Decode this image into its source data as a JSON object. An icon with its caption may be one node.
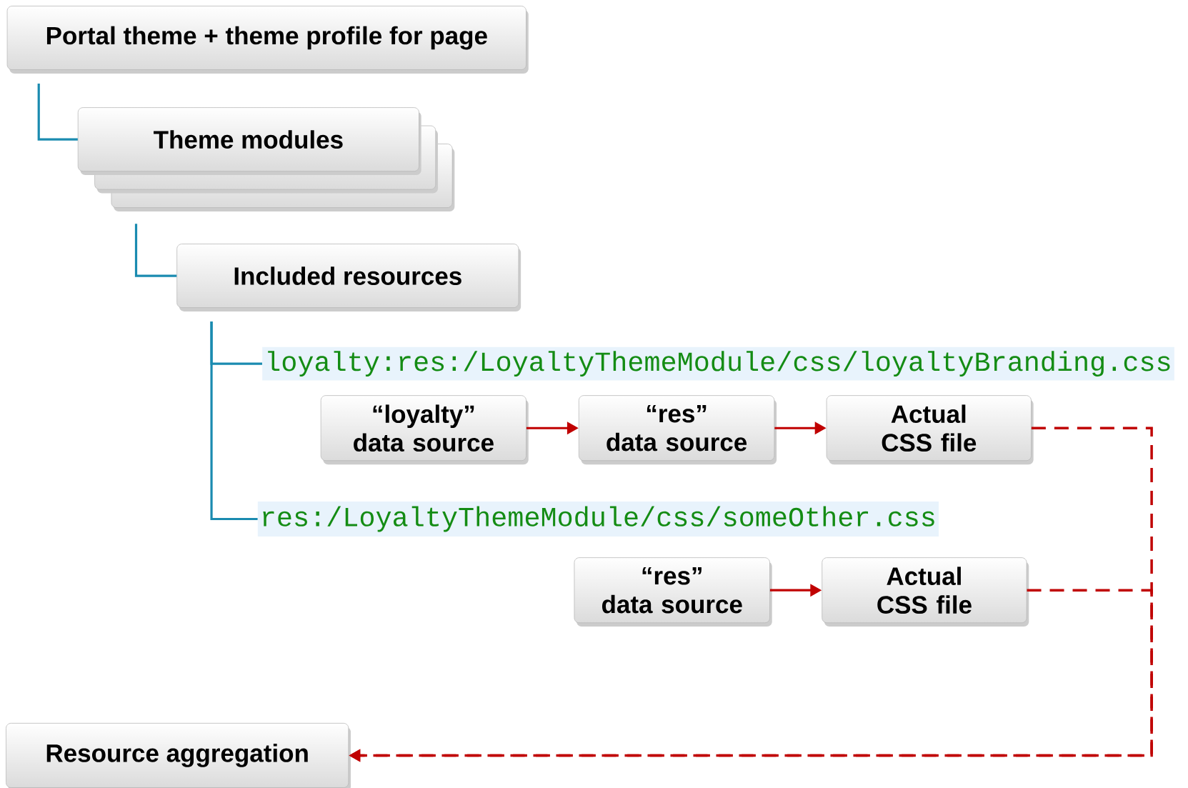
{
  "diagram": {
    "nodes": [
      {
        "text": [
          "Portal theme + theme profile for page"
        ]
      },
      {
        "text": [
          "Theme modules"
        ]
      },
      {
        "text": [
          "Included resources"
        ]
      },
      {
        "text": [
          "loyalty:res:/LoyaltyThemeModule/css/loyaltyBranding.css"
        ]
      },
      {
        "text": [
          "“loyalty” data source"
        ]
      },
      {
        "text": [
          "“res” data source"
        ]
      },
      {
        "text": [
          "Actual CSS file"
        ]
      },
      {
        "text": [
          "res:/LoyaltyThemeModule/css/someOther.css"
        ]
      },
      {
        "text": [
          "“res” data source"
        ]
      },
      {
        "text": [
          "Actual CSS file"
        ]
      },
      {
        "text": [
          "Resource aggregation"
        ]
      }
    ],
    "edges": [
      {
        "from": 0,
        "to": 1,
        "arrow": "none",
        "color": "#1a8bb0"
      },
      {
        "from": 1,
        "to": 2,
        "arrow": "none",
        "color": "#1a8bb0"
      },
      {
        "from": 2,
        "to": 3,
        "arrow": "none",
        "color": "#1a8bb0"
      },
      {
        "from": 2,
        "to": 7,
        "arrow": "none",
        "color": "#1a8bb0"
      },
      {
        "from": 4,
        "to": 5,
        "arrow": "to"
      },
      {
        "from": 5,
        "to": 6,
        "arrow": "to"
      },
      {
        "from": 8,
        "to": 9,
        "arrow": "to"
      },
      {
        "from": 6,
        "to": 10,
        "arrow": "to",
        "style": "dashed"
      },
      {
        "from": 9,
        "to": 10,
        "arrow": "to",
        "style": "dashed"
      }
    ]
  }
}
